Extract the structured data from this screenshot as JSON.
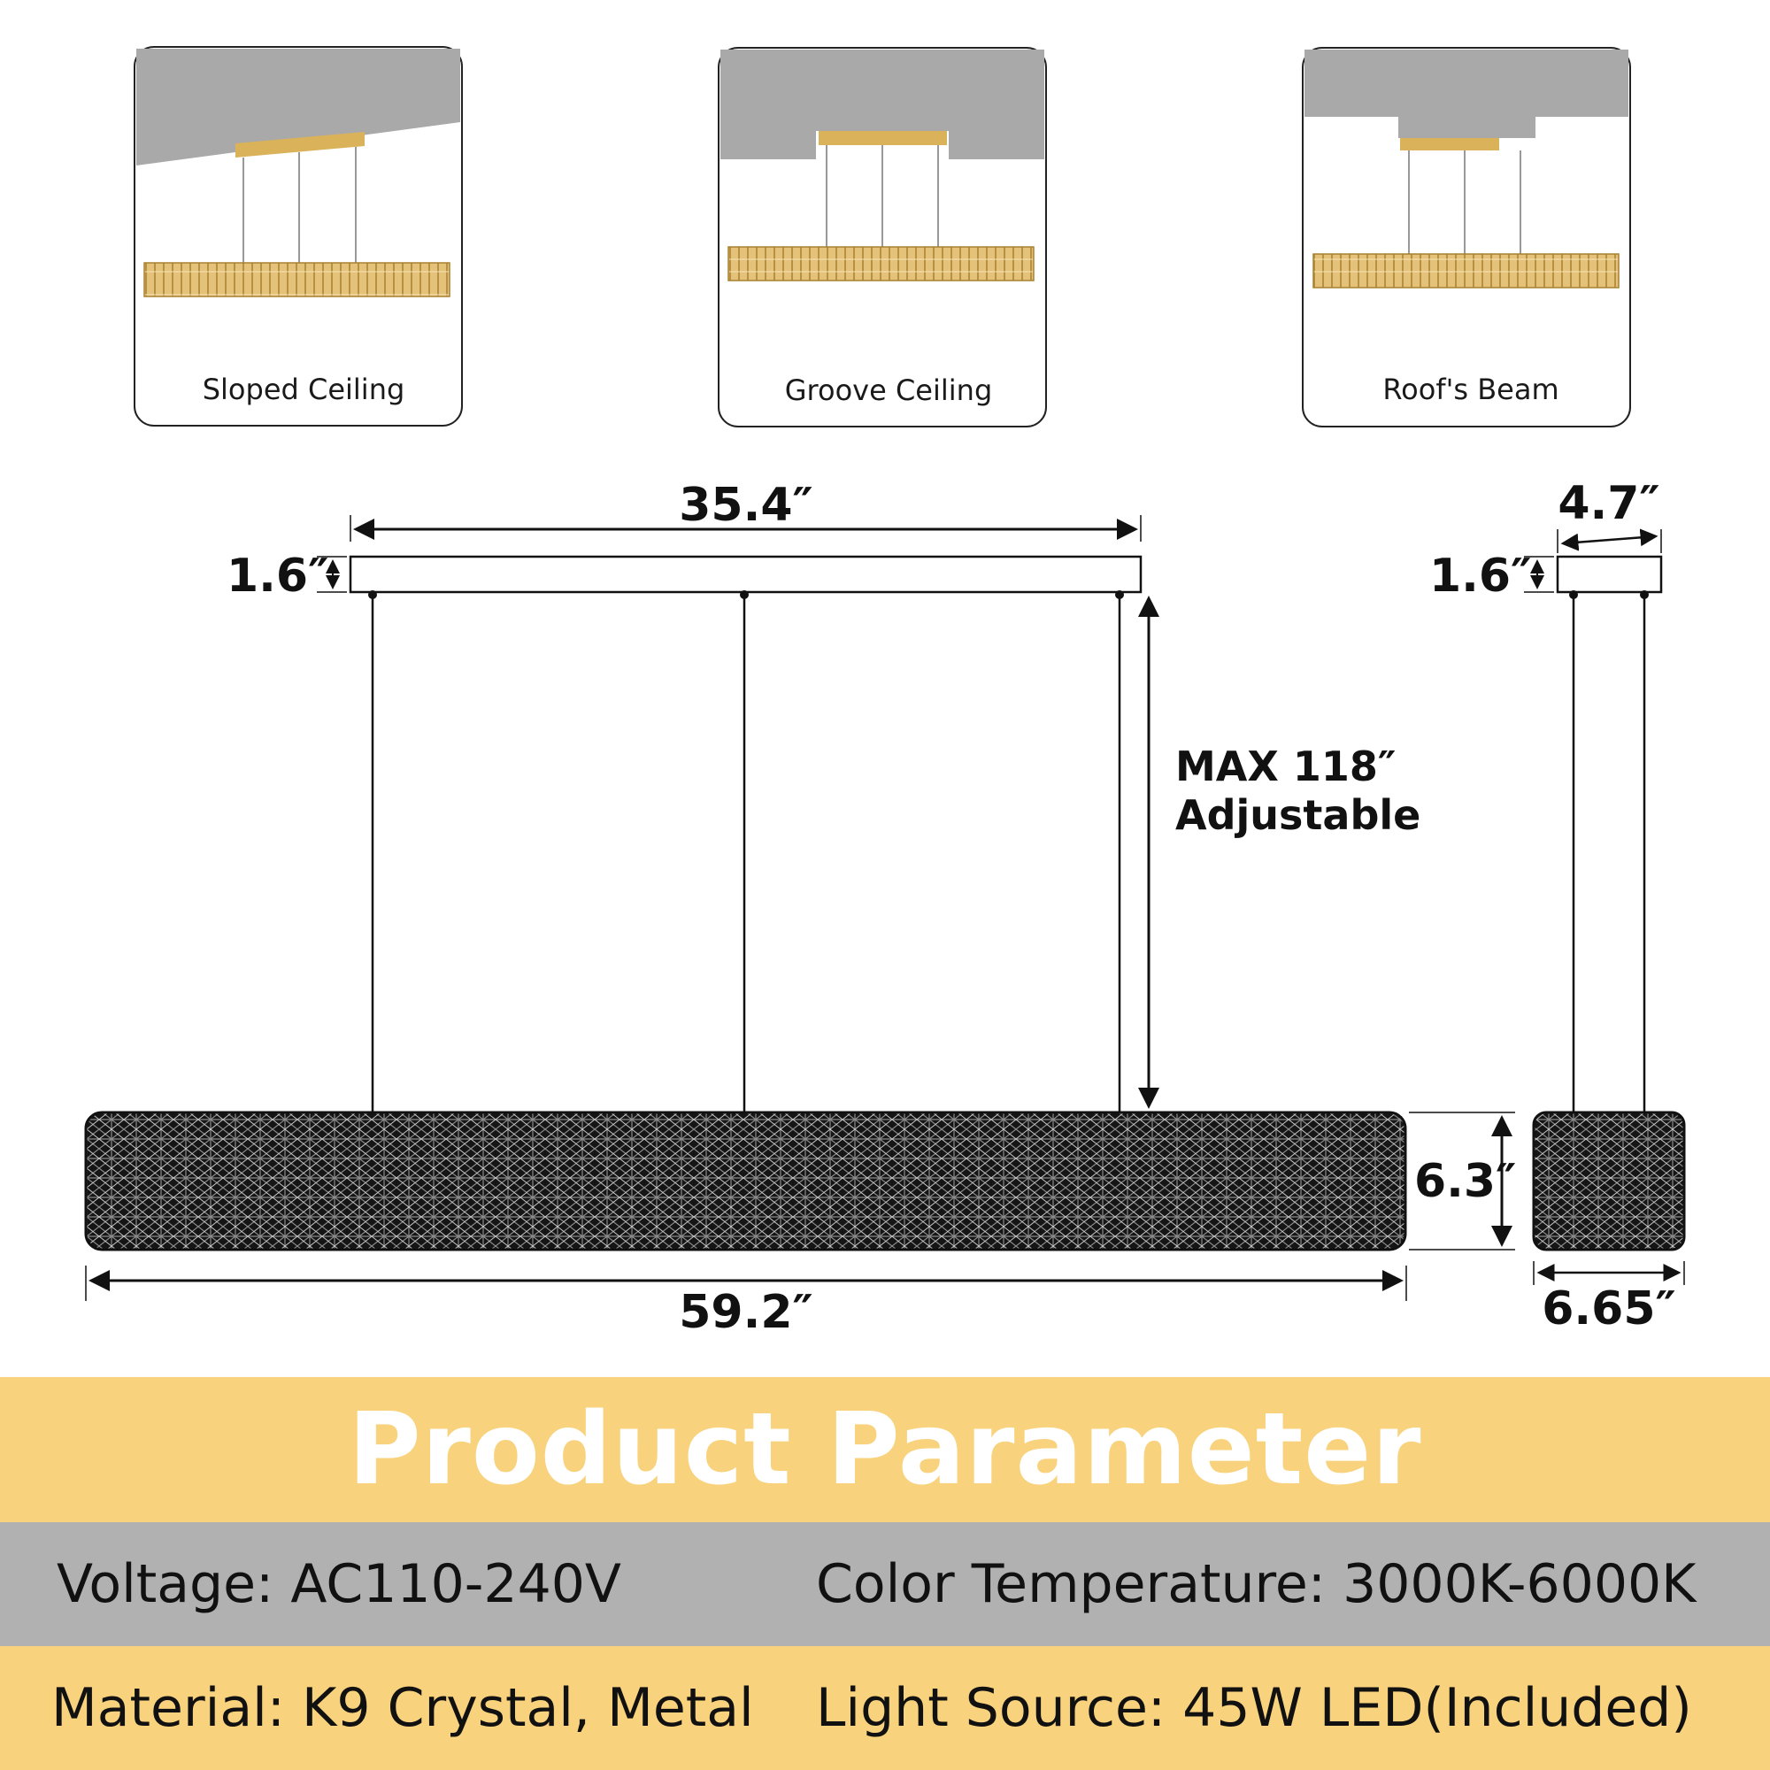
{
  "mounting_options": [
    {
      "label": "Sloped Ceiling",
      "icon": "sloped-ceiling-icon"
    },
    {
      "label": "Groove Ceiling",
      "icon": "groove-ceiling-icon"
    },
    {
      "label": "Roof's Beam",
      "icon": "beam-ceiling-icon"
    }
  ],
  "dimensions": {
    "canopy_length": "35.4″",
    "canopy_height": "1.6″",
    "suspension": "MAX 118″",
    "suspension_note": "Adjustable",
    "body_length": "59.2″",
    "body_height": "6.3″",
    "side_canopy_width": "4.7″",
    "side_canopy_height": "1.6″",
    "side_body_width": "6.65″"
  },
  "parameters": {
    "title": "Product Parameter",
    "voltage": "Voltage: AC110-240V",
    "color_temperature": "Color Temperature: 3000K-6000K",
    "material": "Material: K9 Crystal, Metal",
    "light_source": "Light Source: 45W LED(Included)"
  },
  "colors": {
    "accent_yellow": "#f8d27c",
    "band_gray": "#b1b1b1",
    "ceiling_gray": "#a9a9a9",
    "fixture_gold": "#d9b25a",
    "crystal_black": "#1a1a1a"
  }
}
